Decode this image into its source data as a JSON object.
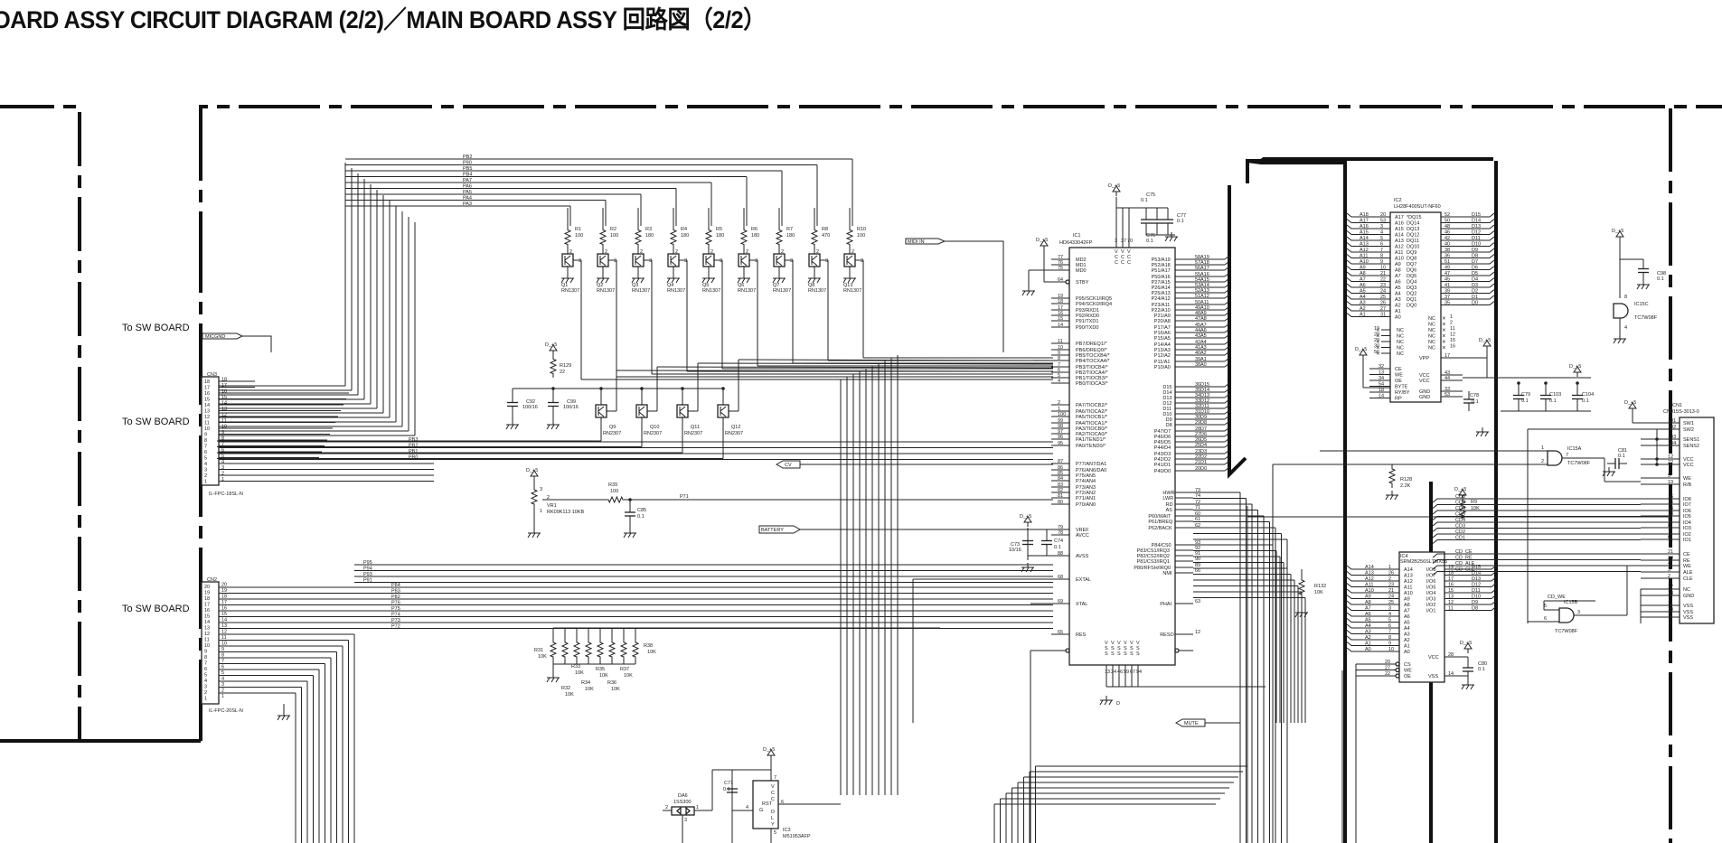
{
  "title": "OARD ASSY CIRCUIT DIAGRAM (2/2)／MAIN BOARD ASSY 回路図（2/2）",
  "off_board_labels": [
    "To SW BOARD",
    "To SW BOARD",
    "To SW BOARD"
  ],
  "signal_tags": {
    "micgnd": "MICGND",
    "midi_in": "MIDI IN",
    "cv": "CV",
    "battery": "BATTERY",
    "mute": "MUTE"
  },
  "power_label": "D_+5",
  "connectors": {
    "cn3": {
      "ref": "CN3",
      "part": "IL-FPC-18SL-N",
      "pins": 18
    },
    "cn2": {
      "ref": "CN2",
      "part": "IL-FPC-20SL-N",
      "pins": 20
    },
    "cn1": {
      "ref": "CN1",
      "part": "CN015S-3013-0",
      "pins": [
        {
          "num": "101",
          "name": "SW1"
        },
        {
          "num": "102",
          "name": "SW2"
        },
        {
          "num": "103",
          "name": "SENS1"
        },
        {
          "num": "104",
          "name": "SENS2"
        },
        {
          "num": "12",
          "name": "VCC"
        },
        {
          "num": "22",
          "name": "VCC"
        },
        {
          "num": "5",
          "name": "WE"
        },
        {
          "num": "19",
          "name": "R/B"
        },
        {
          "num": "16",
          "name": "IO8"
        },
        {
          "num": "15",
          "name": "IO7"
        },
        {
          "num": "14",
          "name": "IO6"
        },
        {
          "num": "13",
          "name": "IO5"
        },
        {
          "num": "9",
          "name": "IO4"
        },
        {
          "num": "8",
          "name": "IO3"
        },
        {
          "num": "7",
          "name": "IO2"
        },
        {
          "num": "6",
          "name": "IO1"
        },
        {
          "num": "21",
          "name": "CE"
        },
        {
          "num": "20",
          "name": "RE"
        },
        {
          "num": "4",
          "name": "WE"
        },
        {
          "num": "3",
          "name": "ALE"
        },
        {
          "num": "2",
          "name": "CLE"
        },
        {
          "num": "17",
          "name": "NC"
        },
        {
          "num": "18",
          "name": "GND"
        },
        {
          "num": "11",
          "name": "VSS"
        },
        {
          "num": "10",
          "name": "VSS"
        },
        {
          "num": "1",
          "name": "VSS"
        }
      ],
      "nets": [
        "CD8",
        "CD7",
        "CD6",
        "CD5",
        "CD4",
        "CD3",
        "CD2",
        "CD1",
        "CD_CE",
        "CD_RE",
        "CD_ALE",
        "CD_CLE"
      ]
    }
  },
  "cn3_nets": [
    "PB3",
    "PB2",
    "PB1",
    "PB0"
  ],
  "cn2_nets": [
    "P84",
    "P83",
    "P82",
    "P76",
    "P75",
    "P74",
    "P73",
    "P72"
  ],
  "p9_nets": [
    "P95",
    "P94",
    "P93",
    "P91"
  ],
  "top_nets": [
    "PB2",
    "P90",
    "PB5",
    "PB4",
    "PA7",
    "PA6",
    "PA5",
    "PA4",
    "PA3"
  ],
  "led_drivers": [
    {
      "r": "R1",
      "rv": "100",
      "q": "Q1",
      "qp": "RN1307"
    },
    {
      "r": "R2",
      "rv": "100",
      "q": "Q2",
      "qp": "RN1307"
    },
    {
      "r": "R3",
      "rv": "180",
      "q": "Q3",
      "qp": "RN1307"
    },
    {
      "r": "R4",
      "rv": "180",
      "q": "Q4",
      "qp": "RN1307"
    },
    {
      "r": "R5",
      "rv": "180",
      "q": "Q5",
      "qp": "RN1307"
    },
    {
      "r": "R6",
      "rv": "180",
      "q": "Q6",
      "qp": "RN1307"
    },
    {
      "r": "R7",
      "rv": "180",
      "q": "Q7",
      "qp": "RN1307"
    },
    {
      "r": "R8",
      "rv": "470",
      "q": "Q8",
      "qp": "RN1307"
    },
    {
      "r": "R10",
      "rv": "100",
      "q": "Q13",
      "qp": "RN1307"
    }
  ],
  "pnp_drivers": [
    {
      "q": "Q9",
      "qp": "RN2307"
    },
    {
      "q": "Q10",
      "qp": "RN2307"
    },
    {
      "q": "Q11",
      "qp": "RN2307"
    },
    {
      "q": "Q12",
      "qp": "RN2307"
    }
  ],
  "misc_parts": {
    "r129": {
      "ref": "R129",
      "val": "22"
    },
    "c92": {
      "ref": "C92",
      "val": "100/16"
    },
    "c99": {
      "ref": "C99",
      "val": "100/16"
    },
    "vr1": {
      "ref": "VR1",
      "val": "RK09K113 10KB"
    },
    "r39": {
      "ref": "R39",
      "val": "100"
    },
    "c85": {
      "ref": "C85",
      "val": "0.1"
    },
    "p71": "P71",
    "c73": {
      "ref": "C73",
      "val": "10/16"
    },
    "c74": {
      "ref": "C74",
      "val": "0.1"
    },
    "c75": {
      "ref": "C75",
      "val": "0.1"
    },
    "c76": {
      "ref": "C76",
      "val": "0.1"
    },
    "c77": {
      "ref": "C77",
      "val": "0.1"
    },
    "c71": {
      "ref": "C71",
      "val": "0.1"
    },
    "c78": {
      "ref": "C78",
      "val": "0.1"
    },
    "c79": {
      "ref": "C79",
      "val": "0.1"
    },
    "c103": {
      "ref": "C103",
      "val": "0.1"
    },
    "c104": {
      "ref": "C104",
      "val": "0.1"
    },
    "c98": {
      "ref": "C98",
      "val": "0.1"
    },
    "c80": {
      "ref": "C80",
      "val": "0.1"
    },
    "c81": {
      "ref": "C81",
      "val": "0.1"
    },
    "r128": {
      "ref": "R128",
      "val": "2.2K"
    },
    "r9": {
      "ref": "R9",
      "val": "10K"
    },
    "r132": {
      "ref": "R132",
      "val": "10K"
    },
    "da6": {
      "ref": "DA6",
      "val": "1SS300"
    },
    "ic3": {
      "ref": "IC3",
      "val": "M51953AFP"
    }
  },
  "pulldowns": [
    {
      "ref": "R31",
      "val": "10K"
    },
    {
      "ref": "R32",
      "val": "10K"
    },
    {
      "ref": "R33",
      "val": "10K"
    },
    {
      "ref": "R34",
      "val": "10K"
    },
    {
      "ref": "R35",
      "val": "10K"
    },
    {
      "ref": "R36",
      "val": "10K"
    },
    {
      "ref": "R37",
      "val": "10K"
    },
    {
      "ref": "R38",
      "val": "10K"
    }
  ],
  "ic1": {
    "ref": "IC1",
    "part": "HD6433042FP",
    "left_pins": [
      {
        "n": "77",
        "s": "MD2"
      },
      {
        "n": "76",
        "s": "MD1"
      },
      {
        "n": "75",
        "s": "MD0"
      },
      {
        "n": "64",
        "s": "STBY"
      },
      {
        "n": "19",
        "s": "P95/SCK1/IRQ5"
      },
      {
        "n": "18",
        "s": "P94/SCK0/IRQ4"
      },
      {
        "n": "17",
        "s": "P93/RXD1"
      },
      {
        "n": "16",
        "s": "P92/RXD0"
      },
      {
        "n": "15",
        "s": "P91/TXD1"
      },
      {
        "n": "14",
        "s": "P90/TXD0"
      },
      {
        "n": "11",
        "s": "PB7/DREQ1/*"
      },
      {
        "n": "10",
        "s": "PB6/DREQ0/*"
      },
      {
        "n": "9",
        "s": "PB5/TOCXB4/*"
      },
      {
        "n": "8",
        "s": "PB4/TOCXA4/*"
      },
      {
        "n": "7",
        "s": "PB3/TIOCB4/*"
      },
      {
        "n": "6",
        "s": "PB2/TIOCA4/*"
      },
      {
        "n": "5",
        "s": "PB1/TIOCB3/*"
      },
      {
        "n": "4",
        "s": "PB0/TIOCA3/*"
      },
      {
        "n": "2",
        "s": "PA7/TIOCB2/*"
      },
      {
        "n": "1",
        "s": "PA6/TIOCA2/*"
      },
      {
        "n": "100",
        "s": "PA5/TIOCB1/*"
      },
      {
        "n": "99",
        "s": "PA4/TIOCA1/*"
      },
      {
        "n": "98",
        "s": "PA3/TIOCB0/*"
      },
      {
        "n": "97",
        "s": "PA2/TIOCA0/*"
      },
      {
        "n": "96",
        "s": "PA1/TEND1/*"
      },
      {
        "n": "95",
        "s": "PA0/TEND0/*"
      },
      {
        "n": "87",
        "s": "P77/AN7/DA1"
      },
      {
        "n": "86",
        "s": "P76/AN6/DA0"
      },
      {
        "n": "85",
        "s": "P75/AN5"
      },
      {
        "n": "84",
        "s": "P74/AN4"
      },
      {
        "n": "83",
        "s": "P73/AN3"
      },
      {
        "n": "82",
        "s": "P72/AN2"
      },
      {
        "n": "81",
        "s": "P71/AN1"
      },
      {
        "n": "80",
        "s": "P70/AN0"
      },
      {
        "n": "79",
        "s": "VREF"
      },
      {
        "n": "78",
        "s": "AVCC"
      },
      {
        "n": "88",
        "s": "AVSS"
      },
      {
        "n": "68",
        "s": "EXTAL"
      },
      {
        "n": "69",
        "s": "XTAL"
      },
      {
        "n": "65",
        "s": "RES"
      }
    ],
    "right_pins": [
      {
        "n": "58",
        "s": "P53/A19",
        "net": "A19"
      },
      {
        "n": "57",
        "s": "P52/A18",
        "net": "A18"
      },
      {
        "n": "56",
        "s": "P51/A17",
        "net": "A17"
      },
      {
        "n": "55",
        "s": "P50/A16",
        "net": "A16"
      },
      {
        "n": "54",
        "s": "P27/A15",
        "net": "A15"
      },
      {
        "n": "53",
        "s": "P26/A14",
        "net": "A14"
      },
      {
        "n": "52",
        "s": "P25/A13",
        "net": "A13"
      },
      {
        "n": "51",
        "s": "P24/A12",
        "net": "A12"
      },
      {
        "n": "50",
        "s": "P23/A11",
        "net": "A11"
      },
      {
        "n": "49",
        "s": "P22/A10",
        "net": "A10"
      },
      {
        "n": "48",
        "s": "P21/A9",
        "net": "A9"
      },
      {
        "n": "47",
        "s": "P20/A8",
        "net": "A8"
      },
      {
        "n": "45",
        "s": "P17/A7",
        "net": "A7"
      },
      {
        "n": "44",
        "s": "P16/A6",
        "net": "A6"
      },
      {
        "n": "43",
        "s": "P15/A5",
        "net": "A5"
      },
      {
        "n": "42",
        "s": "P14/A4",
        "net": "A4"
      },
      {
        "n": "41",
        "s": "P13/A3",
        "net": "A3"
      },
      {
        "n": "40",
        "s": "P12/A2",
        "net": "A2"
      },
      {
        "n": "39",
        "s": "P11/A1",
        "net": "A1"
      },
      {
        "n": "38",
        "s": "P10/A0",
        "net": "A0"
      },
      {
        "n": "36",
        "s": "D15",
        "net": "D15"
      },
      {
        "n": "35",
        "s": "D14",
        "net": "D14"
      },
      {
        "n": "34",
        "s": "D13",
        "net": "D13"
      },
      {
        "n": "33",
        "s": "D12",
        "net": "D12"
      },
      {
        "n": "32",
        "s": "D11",
        "net": "D11"
      },
      {
        "n": "31",
        "s": "D10",
        "net": "D10"
      },
      {
        "n": "30",
        "s": "D9",
        "net": "D9"
      },
      {
        "n": "29",
        "s": "D8",
        "net": "D8"
      },
      {
        "n": "28",
        "s": "P47/D7",
        "net": "D7"
      },
      {
        "n": "27",
        "s": "P46/D6",
        "net": "D6"
      },
      {
        "n": "26",
        "s": "P45/D5",
        "net": "D5"
      },
      {
        "n": "25",
        "s": "P44/D4",
        "net": "D4"
      },
      {
        "n": "23",
        "s": "P43/D3",
        "net": "D3"
      },
      {
        "n": "22",
        "s": "P42/D2",
        "net": "D2"
      },
      {
        "n": "21",
        "s": "P41/D1",
        "net": "D1"
      },
      {
        "n": "20",
        "s": "P40/D0",
        "net": "D0"
      },
      {
        "n": "73",
        "s": "HWR",
        "net": ""
      },
      {
        "n": "74",
        "s": "LWR",
        "net": ""
      },
      {
        "n": "72",
        "s": "RD",
        "net": ""
      },
      {
        "n": "71",
        "s": "AS",
        "net": ""
      },
      {
        "n": "60",
        "s": "P60/WAIT",
        "net": ""
      },
      {
        "n": "61",
        "s": "P61/BREQ",
        "net": ""
      },
      {
        "n": "62",
        "s": "P62/BACK",
        "net": ""
      },
      {
        "n": "93",
        "s": "P84/CS0",
        "net": ""
      },
      {
        "n": "92",
        "s": "P83/CS1/IRQ3",
        "net": ""
      },
      {
        "n": "91",
        "s": "P82/CS2/IRQ2",
        "net": ""
      },
      {
        "n": "90",
        "s": "P81/CS3/IRQ1",
        "net": ""
      },
      {
        "n": "89",
        "s": "P80/RFSH/IRQ0",
        "net": ""
      },
      {
        "n": "66",
        "s": "NMI",
        "net": ""
      },
      {
        "n": "63",
        "s": "PHAI",
        "net": ""
      },
      {
        "n": "12",
        "s": "RESO",
        "net": ""
      }
    ],
    "vcc_pins": [
      "VCC",
      "VCC",
      "VCC"
    ],
    "vcc_nums": [
      "3",
      "37",
      "70"
    ],
    "vss_pins": [
      "VSS",
      "VSS",
      "VSS",
      "VSS",
      "VSS",
      "VSS"
    ],
    "vss_nums": [
      "13",
      "24",
      "46",
      "59",
      "67",
      "94"
    ]
  },
  "ic2": {
    "ref": "IC2",
    "part": "LH28F400SUT-NF60",
    "left": [
      {
        "net": "A18",
        "n": "20",
        "s": "A17"
      },
      {
        "net": "A17",
        "n": "53",
        "s": "A16"
      },
      {
        "net": "A16",
        "n": "3",
        "s": "A15"
      },
      {
        "net": "A15",
        "n": "4",
        "s": "A14"
      },
      {
        "net": "A14",
        "n": "5",
        "s": "A13"
      },
      {
        "net": "A13",
        "n": "6",
        "s": "A12"
      },
      {
        "net": "A12",
        "n": "7",
        "s": "A11"
      },
      {
        "net": "A11",
        "n": "8",
        "s": "A10"
      },
      {
        "net": "A10",
        "n": "9",
        "s": "A9"
      },
      {
        "net": "A9",
        "n": "10",
        "s": "A8"
      },
      {
        "net": "A8",
        "n": "21",
        "s": "A7"
      },
      {
        "net": "A7",
        "n": "22",
        "s": "A6"
      },
      {
        "net": "A6",
        "n": "23",
        "s": "A5"
      },
      {
        "net": "A5",
        "n": "24",
        "s": "A4"
      },
      {
        "net": "A4",
        "n": "25",
        "s": "A3"
      },
      {
        "net": "A3",
        "n": "26",
        "s": "A2"
      },
      {
        "net": "A2",
        "n": "27",
        "s": "A1"
      },
      {
        "net": "A1",
        "n": "31",
        "s": "A0"
      }
    ],
    "right": [
      {
        "s": "*DQ15",
        "n": "52",
        "net": "D15"
      },
      {
        "s": "DQ14",
        "n": "50",
        "net": "D14"
      },
      {
        "s": "DQ13",
        "n": "48",
        "net": "D13"
      },
      {
        "s": "DQ12",
        "n": "46",
        "net": "D12"
      },
      {
        "s": "DQ11",
        "n": "42",
        "net": "D11"
      },
      {
        "s": "DQ10",
        "n": "40",
        "net": "D10"
      },
      {
        "s": "DQ9",
        "n": "38",
        "net": "D9"
      },
      {
        "s": "DQ8",
        "n": "36",
        "net": "D8"
      },
      {
        "s": "DQ7",
        "n": "51",
        "net": "D7"
      },
      {
        "s": "DQ6",
        "n": "49",
        "net": "D6"
      },
      {
        "s": "DQ5",
        "n": "47",
        "net": "D5"
      },
      {
        "s": "DQ4",
        "n": "45",
        "net": "D4"
      },
      {
        "s": "DQ3",
        "n": "41",
        "net": "D3"
      },
      {
        "s": "DQ2",
        "n": "39",
        "net": "D2"
      },
      {
        "s": "DQ1",
        "n": "37",
        "net": "D1"
      },
      {
        "s": "DQ0",
        "n": "35",
        "net": "D0"
      }
    ],
    "nc_left": [
      "19",
      "28",
      "29",
      "30",
      "56"
    ],
    "nc_right": [
      "1",
      "2",
      "11",
      "12",
      "15",
      "16"
    ],
    "ctrl": [
      {
        "n": "32",
        "s": "CE"
      },
      {
        "n": "13",
        "s": "WE"
      },
      {
        "n": "34",
        "s": "OE"
      },
      {
        "n": "54",
        "s": "BYTE"
      },
      {
        "n": "18",
        "s": "RY/BY"
      },
      {
        "n": "14",
        "s": "RP"
      }
    ],
    "power": [
      {
        "n": "17",
        "s": "VPP"
      },
      {
        "n": "43",
        "s": "VCC"
      },
      {
        "n": "44",
        "s": "VCC"
      },
      {
        "n": "33",
        "s": "GND"
      },
      {
        "n": "53",
        "s": "GND"
      }
    ]
  },
  "ic4": {
    "ref": "IC4",
    "part": "SRM2B256SLTMX55",
    "left": [
      {
        "net": "A14",
        "n": "1",
        "s": "A14"
      },
      {
        "net": "A13",
        "n": "26",
        "s": "A13"
      },
      {
        "net": "A12",
        "n": "2",
        "s": "A12"
      },
      {
        "net": "A11",
        "n": "23",
        "s": "A11"
      },
      {
        "net": "A10",
        "n": "21",
        "s": "A10"
      },
      {
        "net": "A9",
        "n": "24",
        "s": "A9"
      },
      {
        "net": "A8",
        "n": "25",
        "s": "A8"
      },
      {
        "net": "A7",
        "n": "3",
        "s": "A7"
      },
      {
        "net": "A6",
        "n": "4",
        "s": "A6"
      },
      {
        "net": "A5",
        "n": "5",
        "s": "A5"
      },
      {
        "net": "A4",
        "n": "6",
        "s": "A4"
      },
      {
        "net": "A3",
        "n": "7",
        "s": "A3"
      },
      {
        "net": "A2",
        "n": "8",
        "s": "A2"
      },
      {
        "net": "A1",
        "n": "9",
        "s": "A1"
      },
      {
        "net": "A0",
        "n": "10",
        "s": "A0"
      }
    ],
    "right": [
      {
        "s": "I/O8",
        "n": "19",
        "net": "D15"
      },
      {
        "s": "I/O7",
        "n": "18",
        "net": "D14"
      },
      {
        "s": "I/O6",
        "n": "17",
        "net": "D13"
      },
      {
        "s": "I/O5",
        "n": "16",
        "net": "D12"
      },
      {
        "s": "I/O4",
        "n": "15",
        "net": "D11"
      },
      {
        "s": "I/O3",
        "n": "13",
        "net": "D10"
      },
      {
        "s": "I/O2",
        "n": "12",
        "net": "D9"
      },
      {
        "s": "I/O1",
        "n": "11",
        "net": "D8"
      }
    ],
    "ctrl": [
      {
        "n": "20",
        "s": "CS"
      },
      {
        "n": "27",
        "s": "WE"
      },
      {
        "n": "22",
        "s": "OE"
      }
    ],
    "power": [
      {
        "n": "28",
        "s": "VCC"
      },
      {
        "n": "14",
        "s": "VSS"
      }
    ]
  },
  "gates": {
    "ic15a": {
      "ref": "IC15A",
      "part": "TC7W08F",
      "pins": [
        "1",
        "2",
        "7"
      ]
    },
    "ic15b": {
      "ref": "IC15B",
      "part": "TC7W08F",
      "pins": [
        "5",
        "6",
        "3"
      ],
      "net": "CD_WE"
    },
    "ic15c": {
      "ref": "IC15C",
      "part": "TC7W08F",
      "pins": [
        "8",
        "4"
      ]
    }
  },
  "ic3_pins": {
    "vcc": "7",
    "rst": "6",
    "g": "4",
    "dly": "5"
  },
  "da6_pins": [
    "2",
    "1",
    "3"
  ]
}
